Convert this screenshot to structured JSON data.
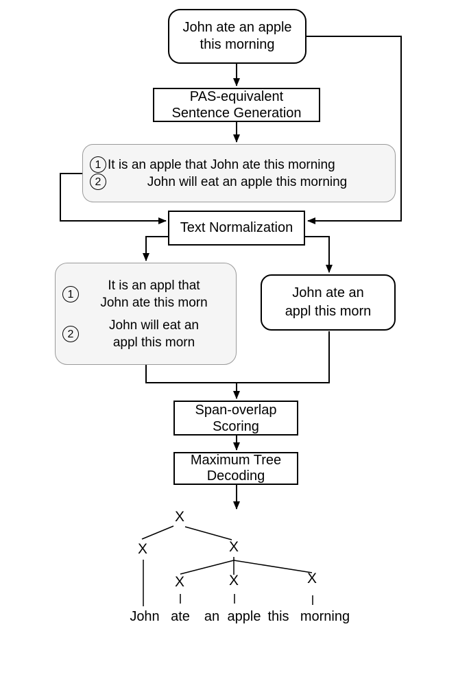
{
  "diagram": {
    "nodes": {
      "input_sentence": {
        "lines": [
          "John ate an apple",
          "this morning"
        ]
      },
      "pas_generation": {
        "lines": [
          "PAS-equivalent",
          "Sentence Generation"
        ]
      },
      "generated_sentences": {
        "items": [
          {
            "num": "1",
            "text": "It is an apple that John ate this morning"
          },
          {
            "num": "2",
            "text": "John will eat an apple this morning"
          }
        ]
      },
      "text_normalization": {
        "label": "Text Normalization"
      },
      "normalized_generated": {
        "items": [
          {
            "num": "1",
            "lines": [
              "It is an appl that",
              "John ate this morn"
            ]
          },
          {
            "num": "2",
            "lines": [
              "John will eat an",
              "appl this morn"
            ]
          }
        ]
      },
      "normalized_input": {
        "lines": [
          "John ate an",
          "appl this morn"
        ]
      },
      "span_overlap": {
        "lines": [
          "Span-overlap",
          "Scoring"
        ]
      },
      "max_tree": {
        "lines": [
          "Maximum Tree",
          "Decoding"
        ]
      }
    },
    "tree": {
      "node_label": "X",
      "leaves": [
        "John",
        "ate",
        "an",
        "apple",
        "this",
        "morning"
      ]
    },
    "colors": {
      "box_fill": "#ffffff",
      "gray_fill": "#f5f5f5",
      "gray_border": "#999999",
      "line": "#000000"
    }
  }
}
